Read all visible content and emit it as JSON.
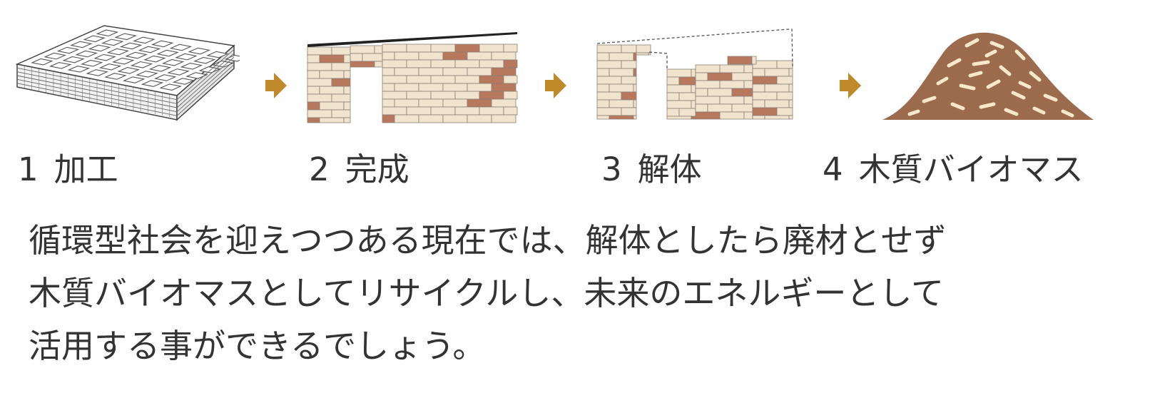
{
  "steps": [
    {
      "number": "1",
      "label": "加工",
      "illustration": "processed-wood-block"
    },
    {
      "number": "2",
      "label": "完成",
      "illustration": "finished-building-wall"
    },
    {
      "number": "3",
      "label": "解体",
      "illustration": "dismantled-wall"
    },
    {
      "number": "4",
      "label": "木質バイオマス",
      "illustration": "wood-chip-pile"
    }
  ],
  "arrow_icon": "right-arrow-icon",
  "caption": {
    "lines": [
      "循環型社会を迎えつつある現在では、解体としたら廃材とせず",
      "木質バイオマスとしてリサイクルし、未来のエネルギーとして",
      "活用する事ができるでしょう。"
    ]
  },
  "colors": {
    "arrow": "#C08A2B",
    "brick_light": "#F0E4CE",
    "brick_dark": "#B7785E",
    "mortar": "#8A8076",
    "biomass": "#9C6A4C",
    "biomass_chip": "#F6E8C8",
    "text": "#333333"
  }
}
